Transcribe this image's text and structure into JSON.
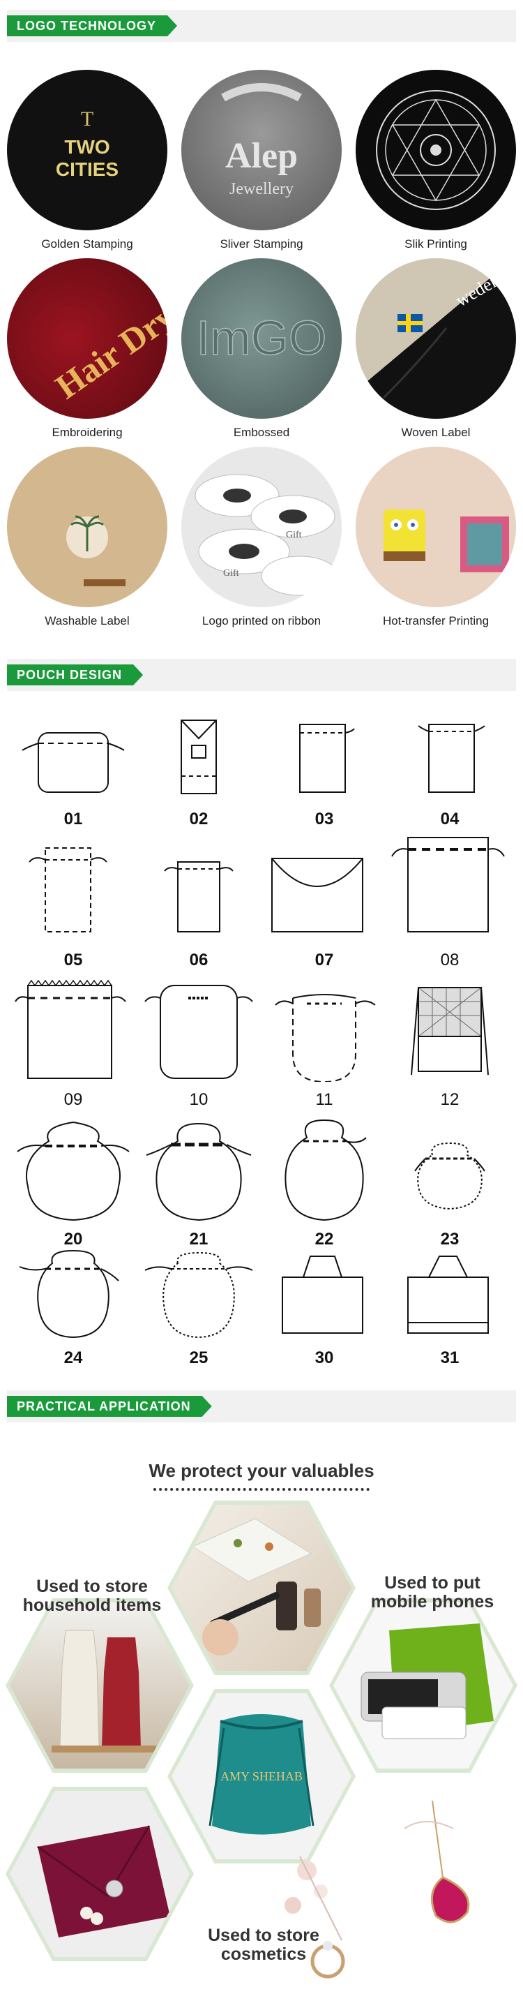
{
  "sections": {
    "logo": "LOGO TECHNOLOGY",
    "pouch": "POUCH DESIGN",
    "practical": "PRACTICAL APPLICATION"
  },
  "logo_items": [
    {
      "label": "Golden Stamping",
      "art": "TWO CITIES"
    },
    {
      "label": "Sliver Stamping",
      "art": "Alep Jewellery"
    },
    {
      "label": "Slik Printing",
      "art": ""
    },
    {
      "label": "Embroidering",
      "art": "Hair Dryer"
    },
    {
      "label": "Embossed",
      "art": "ImGO"
    },
    {
      "label": "Woven Label",
      "art": "Sweden"
    },
    {
      "label": "Washable Label",
      "art": ""
    },
    {
      "label": "Logo printed on ribbon",
      "art": "Gift"
    },
    {
      "label": "Hot-transfer Printing",
      "art": ""
    }
  ],
  "pouch_numbers": [
    "01",
    "02",
    "03",
    "04",
    "05",
    "06",
    "07",
    "08",
    "09",
    "10",
    "11",
    "12",
    "20",
    "21",
    "22",
    "23",
    "24",
    "25",
    "30",
    "31"
  ],
  "practical": {
    "title": "We protect your valuables",
    "household": "Used to store household items",
    "phones": "Used to put mobile phones",
    "cosmetics": "Used to store cosmetics",
    "bag_text": "AMY SHEHAB"
  },
  "colors": {
    "accent": "#1a9a3a"
  }
}
